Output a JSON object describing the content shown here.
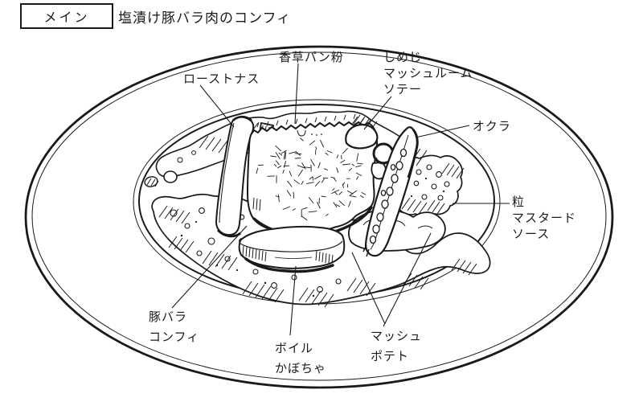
{
  "header": {
    "category_label": "メイン",
    "title": "塩漬け豚バラ肉のコンフィ"
  },
  "annotations": {
    "roasted_eggplant": {
      "lines": [
        "ローストナス"
      ]
    },
    "herb_panko": {
      "lines": [
        "香草パン粉"
      ]
    },
    "shimeji_saute": {
      "lines": [
        "しめじ",
        "マッシュルーム",
        "ソテー"
      ]
    },
    "okra": {
      "lines": [
        "オクラ"
      ]
    },
    "grain_mustard": {
      "lines": [
        "粒",
        "マスタード",
        "ソース"
      ]
    },
    "pork_belly": {
      "lines": [
        "豚バラ",
        "コンフィ"
      ]
    },
    "boiled_pumpkin": {
      "lines": [
        "ボイル",
        "かぼちゃ"
      ]
    },
    "mashed_potato": {
      "lines": [
        "マッシュ",
        "ポテト"
      ]
    }
  },
  "colors": {
    "ink": "#1a1a1a",
    "background": "#ffffff"
  }
}
